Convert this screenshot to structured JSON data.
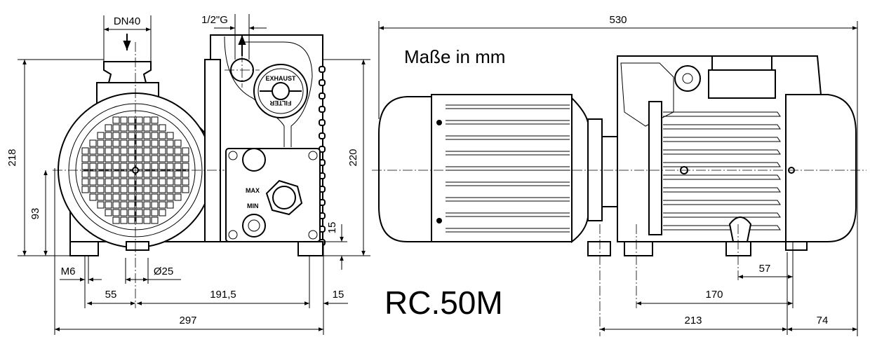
{
  "title": "RC.50M",
  "units_note": "Maße in mm",
  "front_view": {
    "inlet": "DN40",
    "exhaust_thread": "1/2\"G",
    "filter_text_top": "EXHAUST",
    "filter_text_bottom": "FILTER",
    "oil_max": "MAX",
    "oil_min": "MIN",
    "dimensions": {
      "height_total": "218",
      "height_body": "220",
      "axis_height": "93",
      "foot_height": "15",
      "thread": "M6",
      "foot_diameter": "Ø25",
      "offset_left": "55",
      "foot_spacing": "191,5",
      "offset_right": "15",
      "width_total": "297"
    }
  },
  "side_view": {
    "dimensions": {
      "length_total": "530",
      "foot_spacing": "170",
      "pump_length": "213",
      "end_cap": "74",
      "foot_offset": "57"
    }
  }
}
